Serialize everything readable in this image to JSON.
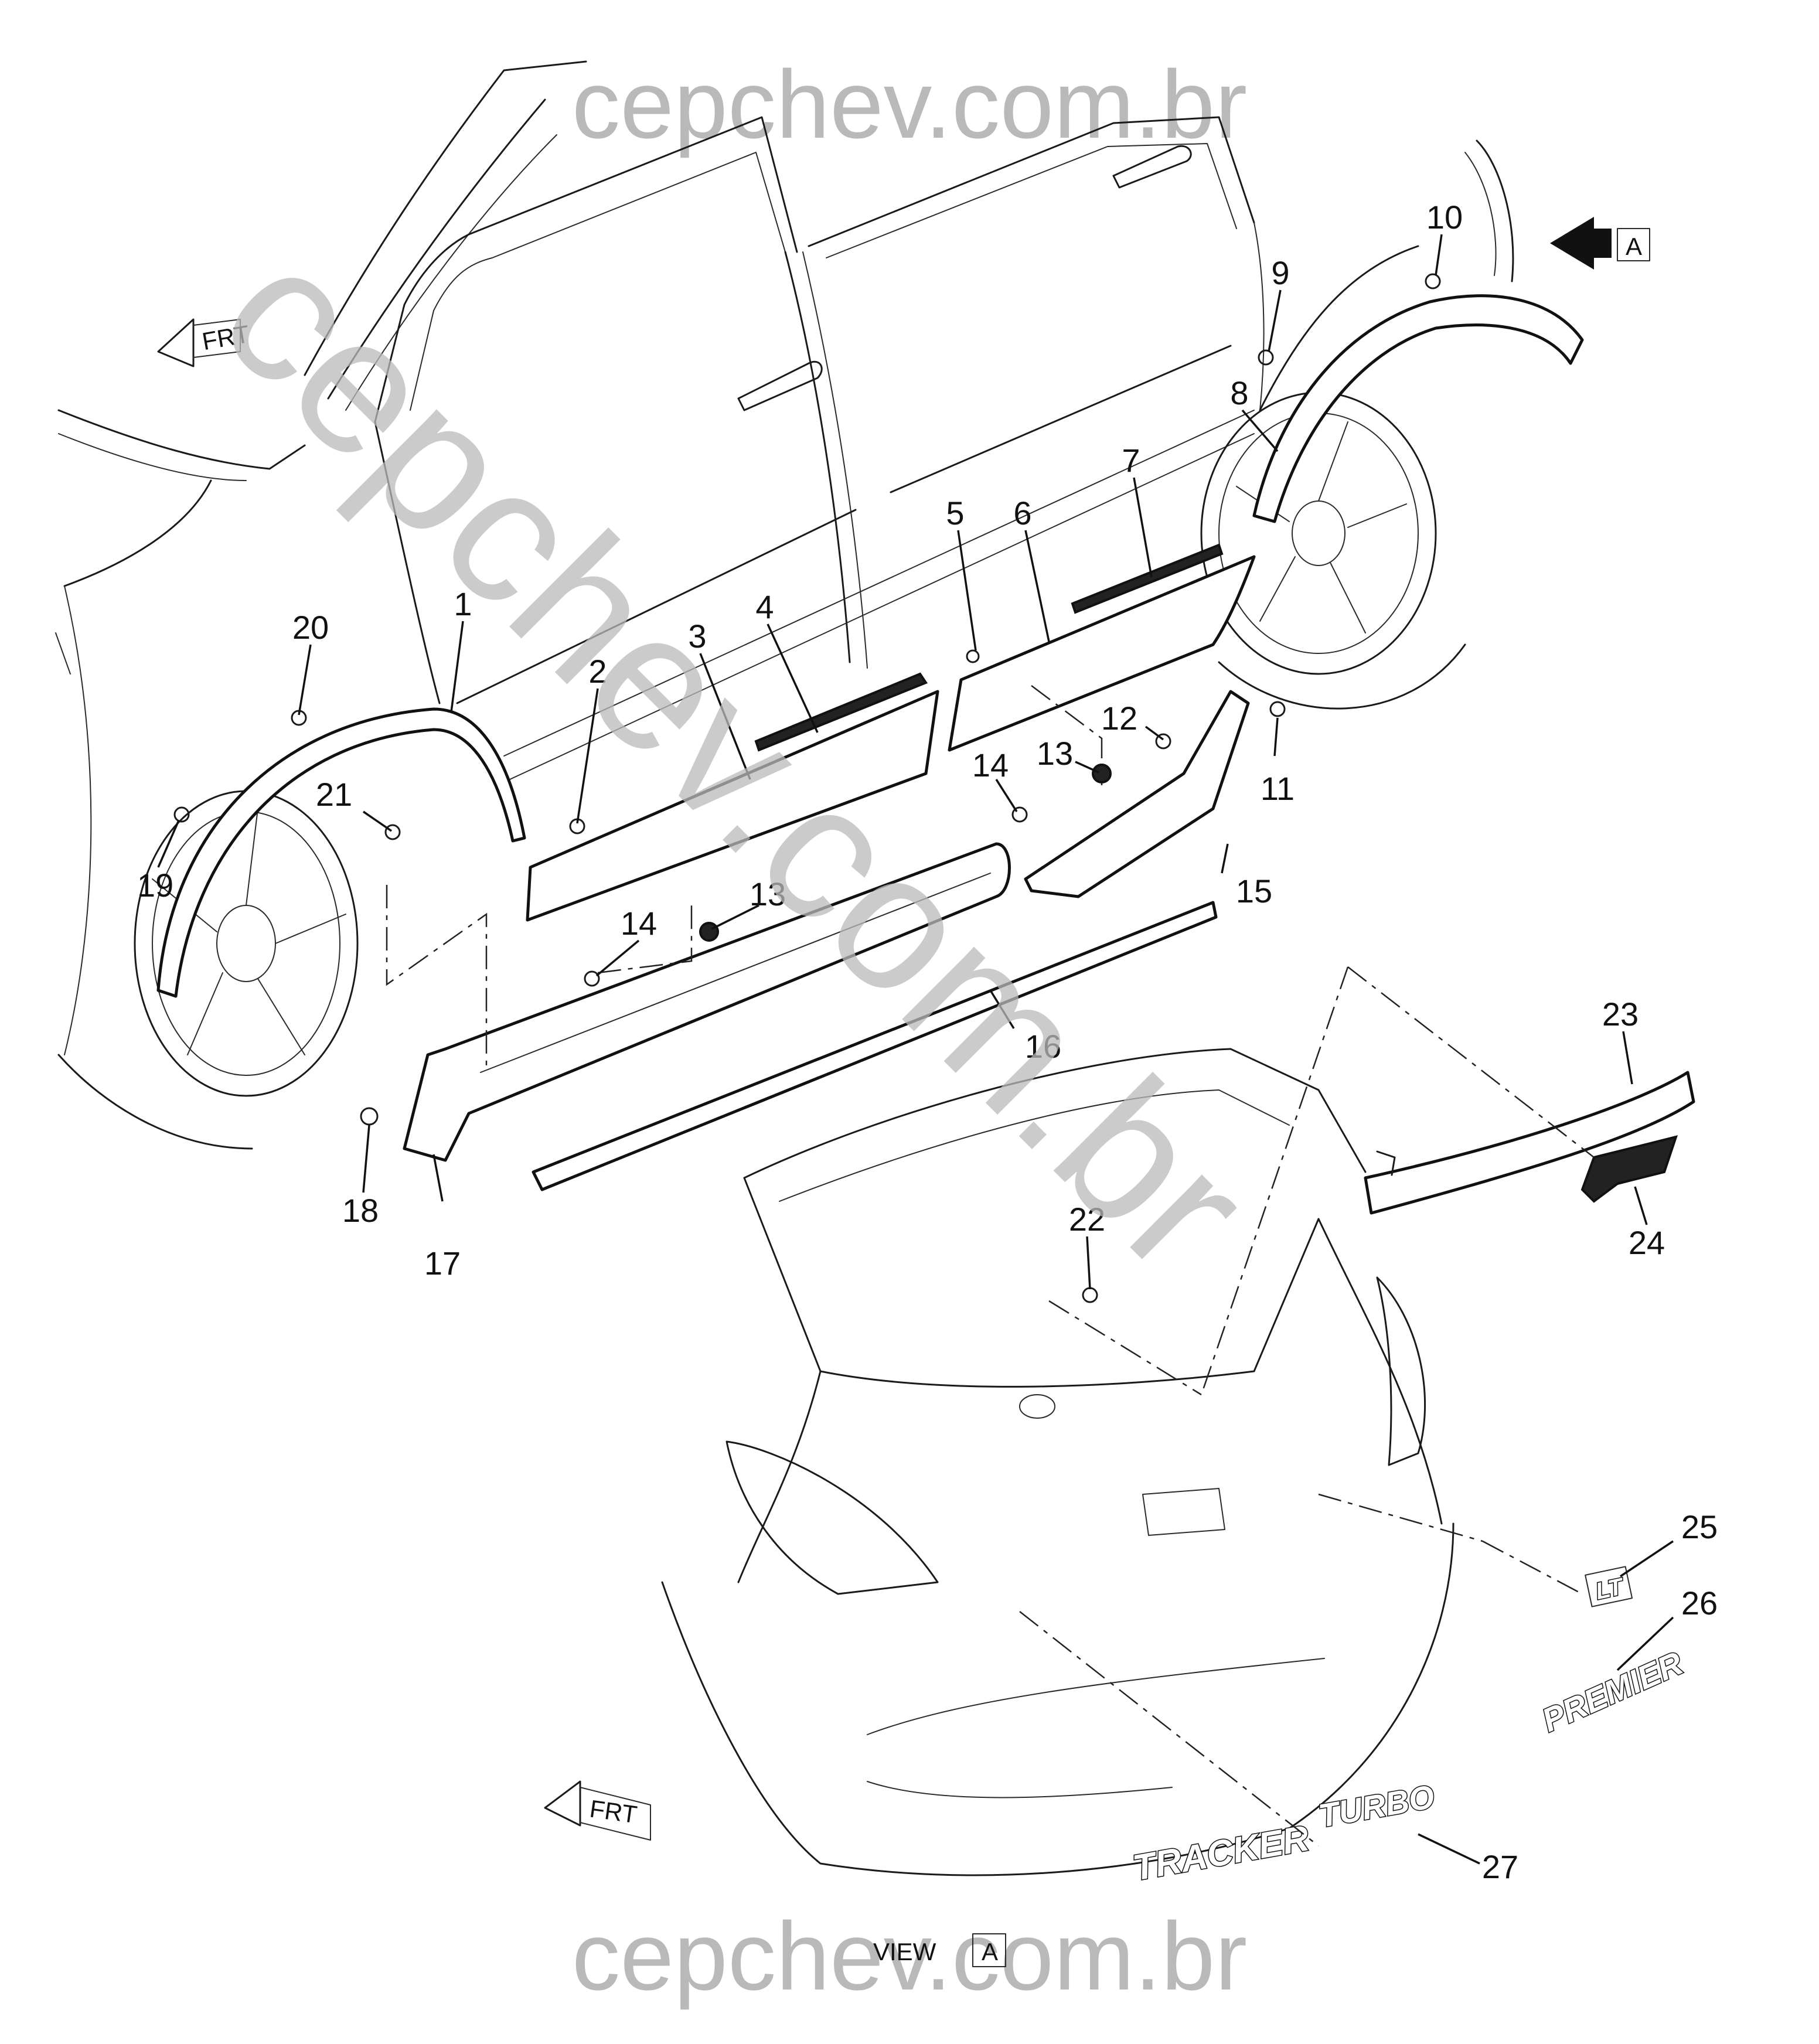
{
  "watermark": {
    "top": "cepchev.com.br",
    "bottom": "cepchev.com.br",
    "diagonal": "cepchev.com.br"
  },
  "callouts": [
    "1",
    "2",
    "3",
    "4",
    "5",
    "6",
    "7",
    "8",
    "9",
    "10",
    "11",
    "12",
    "13",
    "13",
    "14",
    "14",
    "15",
    "16",
    "17",
    "18",
    "19",
    "20",
    "21",
    "22",
    "23",
    "24",
    "25",
    "26",
    "27"
  ],
  "view_marker": {
    "view_text": "VIEW",
    "box_letter": "A",
    "arrow_letter": "A"
  },
  "front_markers": {
    "top": "FRT",
    "bottom": "FRT"
  },
  "badges": {
    "lt": "LT",
    "premier": "PREMIER",
    "tracker": "TRACKER",
    "turbo": "TURBO"
  }
}
